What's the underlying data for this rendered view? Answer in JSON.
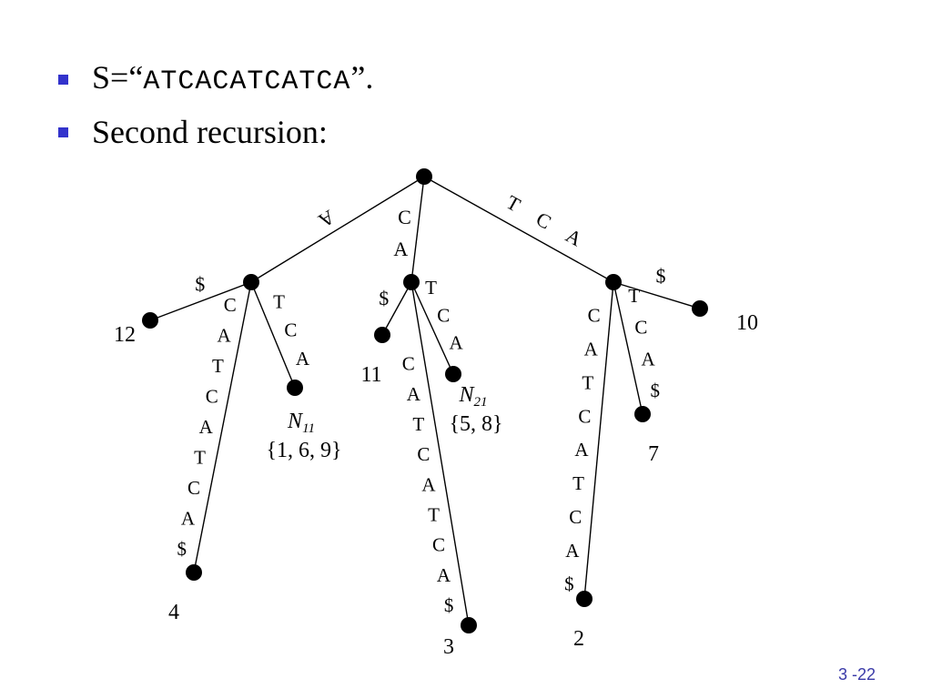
{
  "bullets": [
    {
      "prefix": "S=“",
      "mono": "ATCACATCATCA",
      "suffix": "”."
    },
    {
      "text": "Second recursion:"
    }
  ],
  "tree": {
    "edges": [
      {
        "from": "root",
        "to": "a",
        "label": "A"
      },
      {
        "from": "root",
        "to": "c",
        "label": "CA"
      },
      {
        "from": "root",
        "to": "t",
        "label": "TCA"
      },
      {
        "from": "a",
        "to": "l12",
        "label": "$"
      },
      {
        "from": "a",
        "to": "l4",
        "label": "CATCATCA$"
      },
      {
        "from": "a",
        "to": "n11",
        "label": "TCA"
      },
      {
        "from": "c",
        "to": "l11",
        "label": "$"
      },
      {
        "from": "c",
        "to": "l3",
        "label": "CATCATCA$"
      },
      {
        "from": "c",
        "to": "n21",
        "label": "TCA"
      },
      {
        "from": "t",
        "to": "l2",
        "label": "CATCATCA$"
      },
      {
        "from": "t",
        "to": "l7",
        "label": "TCA$"
      },
      {
        "from": "t",
        "to": "l10",
        "label": "$"
      }
    ],
    "node_labels": {
      "l12": "12",
      "l4": "4",
      "l11": "11",
      "l3": "3",
      "l2": "2",
      "l7": "7",
      "l10": "10"
    },
    "internal_labels": [
      {
        "node": "n11",
        "name": "N",
        "sub": "11",
        "set": "{1, 6, 9}"
      },
      {
        "node": "n21",
        "name": "N",
        "sub": "21",
        "set": "{5, 8}"
      }
    ]
  },
  "page_number": "3 -22",
  "colors": {
    "bullet": "#3333cc",
    "page_number": "#3a3aa8",
    "ink": "#000000"
  }
}
